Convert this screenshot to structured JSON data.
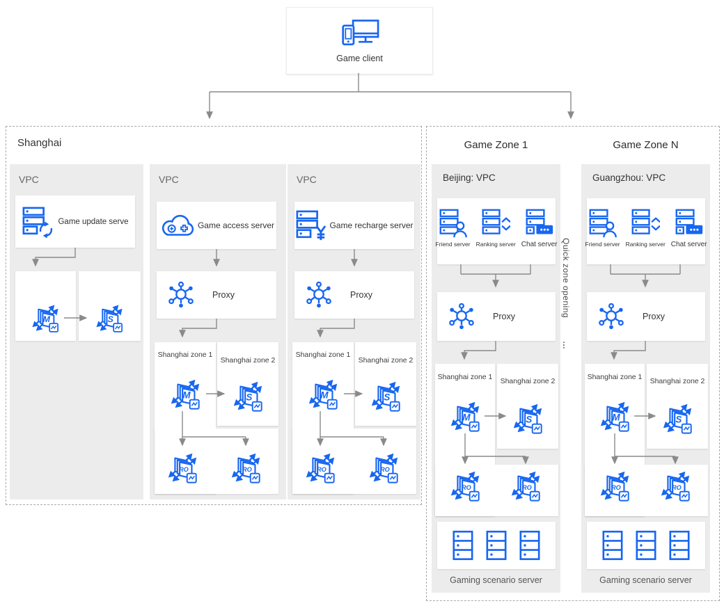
{
  "game_client": {
    "label": "Game client"
  },
  "shanghai": {
    "title": "Shanghai",
    "zone1": "Shanghai zone 1",
    "zone2": "Shanghai zone 2",
    "vpcs": [
      {
        "label": "VPC",
        "server": "Game update serve"
      },
      {
        "label": "VPC",
        "server": "Game access server",
        "proxy": "Proxy"
      },
      {
        "label": "VPC",
        "server": "Game recharge server",
        "proxy": "Proxy"
      }
    ]
  },
  "game_zones": {
    "zone1_title": "Game Zone 1",
    "zoneN_title": "Game Zone N",
    "quick_zone_label": "Quick zone opening",
    "quick_zone_dots": "…",
    "zone1": "Shanghai zone 1",
    "zone2": "Shanghai zone 2",
    "vpcs": [
      {
        "label": "Beijing: VPC",
        "servers": [
          "Friend server",
          "Ranking server",
          "Chat server"
        ],
        "proxy": "Proxy",
        "scenario": "Gaming scenario server"
      },
      {
        "label": "Guangzhou: VPC",
        "servers": [
          "Friend server",
          "Ranking server",
          "Chat server"
        ],
        "proxy": "Proxy",
        "scenario": "Gaming scenario server"
      }
    ]
  },
  "db": {
    "master": "M",
    "slave": "S",
    "readonly": "RO"
  },
  "colors": {
    "accent_blue": "#1766F0",
    "line_gray": "#8a8a8a",
    "panel_gray": "#ececec",
    "dash_border": "#a8a8a8"
  }
}
